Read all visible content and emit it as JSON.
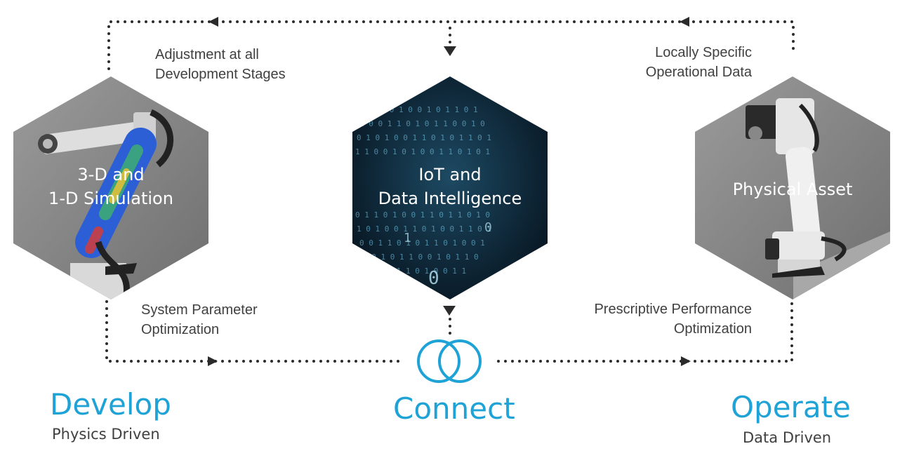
{
  "colors": {
    "accent": "#1fa3d6",
    "text": "#404040",
    "dots": "#2b2b2b",
    "hex_gray": "#8f8f8f",
    "hex_dark": "#0c1b2a"
  },
  "icons": {
    "connect": "two-overlapping-rings-icon",
    "arrows": "triangle-arrow-icon"
  },
  "hexagons": {
    "develop": {
      "line1": "3-D and",
      "line2": "1-D Simulation",
      "image": "robot-arm-simulation"
    },
    "connect": {
      "line1": "IoT and",
      "line2": "Data Intelligence",
      "image": "binary-data-stream"
    },
    "operate": {
      "line1": "Physical Asset",
      "image": "industrial-robot-arm"
    }
  },
  "labels": {
    "top_left": {
      "line1": "Adjustment  at all",
      "line2": "Development Stages"
    },
    "top_right": {
      "line1": "Locally Specific",
      "line2": "Operational Data"
    },
    "bottom_left": {
      "line1": "System Parameter",
      "line2": "Optimization"
    },
    "bottom_right": {
      "line1": "Prescriptive Performance",
      "line2": "Optimization"
    }
  },
  "phases": {
    "develop": {
      "title": "Develop",
      "subtitle": "Physics Driven"
    },
    "connect": {
      "title": "Connect"
    },
    "operate": {
      "title": "Operate",
      "subtitle": "Data Driven"
    }
  }
}
